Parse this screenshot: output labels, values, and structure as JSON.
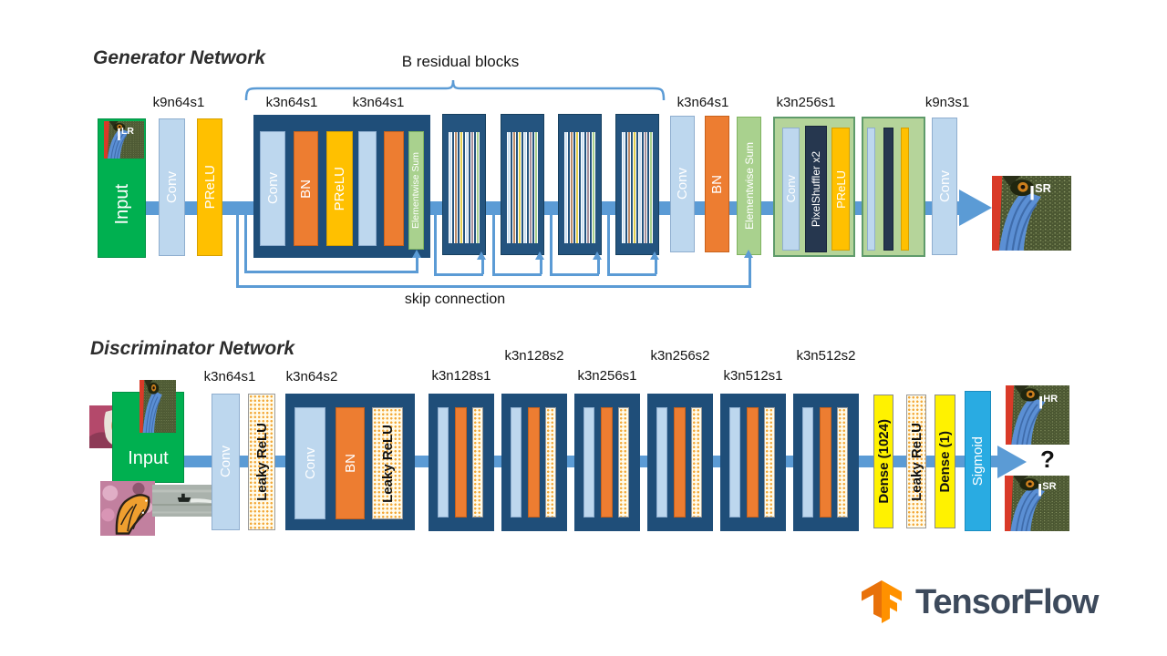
{
  "generator": {
    "title": "Generator Network",
    "residual_brace_label": "B residual blocks",
    "skip_connection_label": "skip connection",
    "stage_labels": {
      "input_conv": "k9n64s1",
      "res_conv1": "k3n64s1",
      "res_conv2": "k3n64s1",
      "post_conv": "k3n64s1",
      "upsample_conv": "k3n256s1",
      "output_conv": "k9n3s1"
    },
    "blocks": {
      "input": "Input",
      "conv": "Conv",
      "prelu": "PReLU",
      "bn": "BN",
      "elementwise_sum": "Elementwise Sum",
      "pixel_shuffler": "PixelShuffler x2"
    },
    "images": {
      "input_label": "I",
      "input_sup": "LR",
      "output_label": "I",
      "output_sup": "SR"
    }
  },
  "discriminator": {
    "title": "Discriminator Network",
    "stage_labels": {
      "conv1": "k3n64s1",
      "conv2": "k3n64s2"
    },
    "mid_stage_labels": [
      "k3n128s1",
      "k3n128s2",
      "k3n256s1",
      "k3n256s2",
      "k3n512s1",
      "k3n512s2"
    ],
    "blocks": {
      "input": "Input",
      "conv": "Conv",
      "bn": "BN",
      "leaky_relu": "Leaky ReLU",
      "dense_1024": "Dense (1024)",
      "dense_1": "Dense (1)",
      "sigmoid": "Sigmoid"
    },
    "outputs": {
      "hr_label": "I",
      "hr_sup": "HR",
      "sr_label": "I",
      "sr_sup": "SR",
      "question": "?"
    }
  },
  "branding": {
    "wordmark": "TensorFlow"
  },
  "colors": {
    "flow_blue": "#5b9bd5",
    "container_navy": "#1f4e79",
    "conv_lightblue": "#bdd7ee",
    "bn_orange": "#ed7d31",
    "prelu_yellow": "#ffc000",
    "elementwise_green": "#a9d18e",
    "upsample_container_green": "#b5d49a",
    "pixelshuffler_dark": "#26374f",
    "input_green": "#00b050",
    "dense_yellow": "#fff200",
    "sigmoid_cyan": "#29abe2",
    "tensorflow_orange": "#ff9100",
    "wordmark_slate": "#3d4a5c"
  }
}
